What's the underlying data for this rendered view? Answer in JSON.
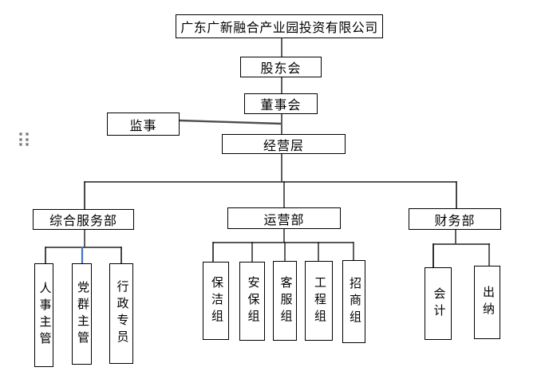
{
  "chart": {
    "company": "广东广新融合产业园投资有限公司",
    "governance": {
      "shareholders": "股东会",
      "board": "董事会",
      "supervisor": "监事",
      "management": "经营层"
    },
    "departments": {
      "general_services": {
        "label": "综合服务部",
        "children": {
          "hr_supervisor": "人事主管",
          "party_group_supervisor": "党群主管",
          "admin_specialist": "行政专员"
        }
      },
      "operations": {
        "label": "运营部",
        "children": {
          "cleaning_team": "保洁组",
          "security_team": "安保组",
          "customer_service_team": "客服组",
          "engineering_team": "工程组",
          "investment_team": "招商组"
        }
      },
      "finance": {
        "label": "财务部",
        "children": {
          "accountant": "会计",
          "cashier": "出纳"
        }
      }
    },
    "colors": {
      "line_black": "#1a1a1a",
      "line_gray": "#4f4f4f",
      "highlight_blue": "#4472C4",
      "box_border": "#000000",
      "box_background": "#ffffff"
    }
  }
}
